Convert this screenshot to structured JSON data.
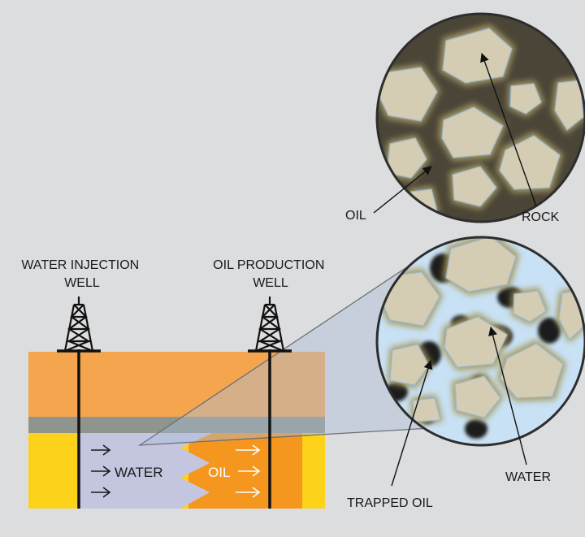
{
  "labels": {
    "water_injection_well": [
      "WATER INJECTION",
      "WELL"
    ],
    "oil_production_well": [
      "OIL PRODUCTION",
      "WELL"
    ],
    "oil": "OIL",
    "rock": "ROCK",
    "water": "WATER",
    "trapped_oil": "TRAPPED OIL",
    "flow_water": "WATER",
    "flow_oil": "OIL"
  },
  "colors": {
    "background": "#dcdddf",
    "overburden": "#f6a54f",
    "seal_layer": "#8f958c",
    "reservoir": "#fcd21a",
    "water_front": "#c4c6e0",
    "oil_bank": "#f5961f",
    "rock_grain": "#d4cdb3",
    "oil_pore": "#4b4537",
    "water_pore": "#c8e1f4",
    "callout": "#a7bdd6"
  }
}
